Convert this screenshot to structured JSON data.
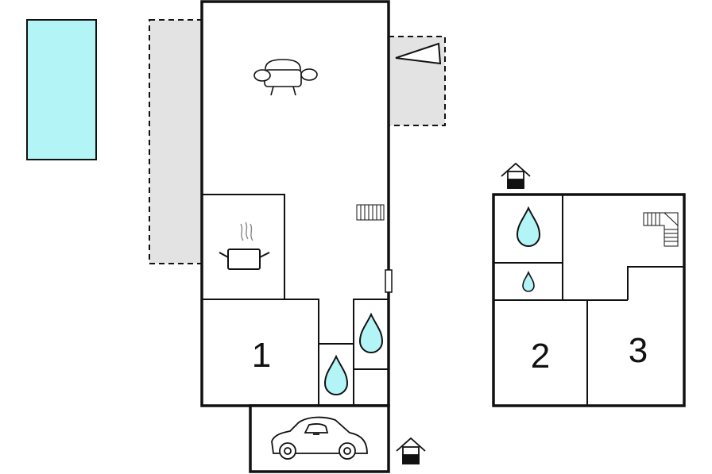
{
  "rooms": {
    "bedroom_1": {
      "number": "1"
    },
    "bedroom_2": {
      "number": "2"
    },
    "bedroom_3": {
      "number": "3"
    }
  },
  "colors": {
    "pool": "#b3f4f7",
    "terrace": "#e3e3e3",
    "water_drop": "#b3f4f7",
    "wall": "#111111",
    "background": "#ffffff"
  },
  "icons": [
    "sofa-icon",
    "cooking-pot-icon",
    "car-icon",
    "water-drop-icon",
    "entrance-house-icon",
    "stairs-icon",
    "fireplace-icon",
    "pool"
  ]
}
